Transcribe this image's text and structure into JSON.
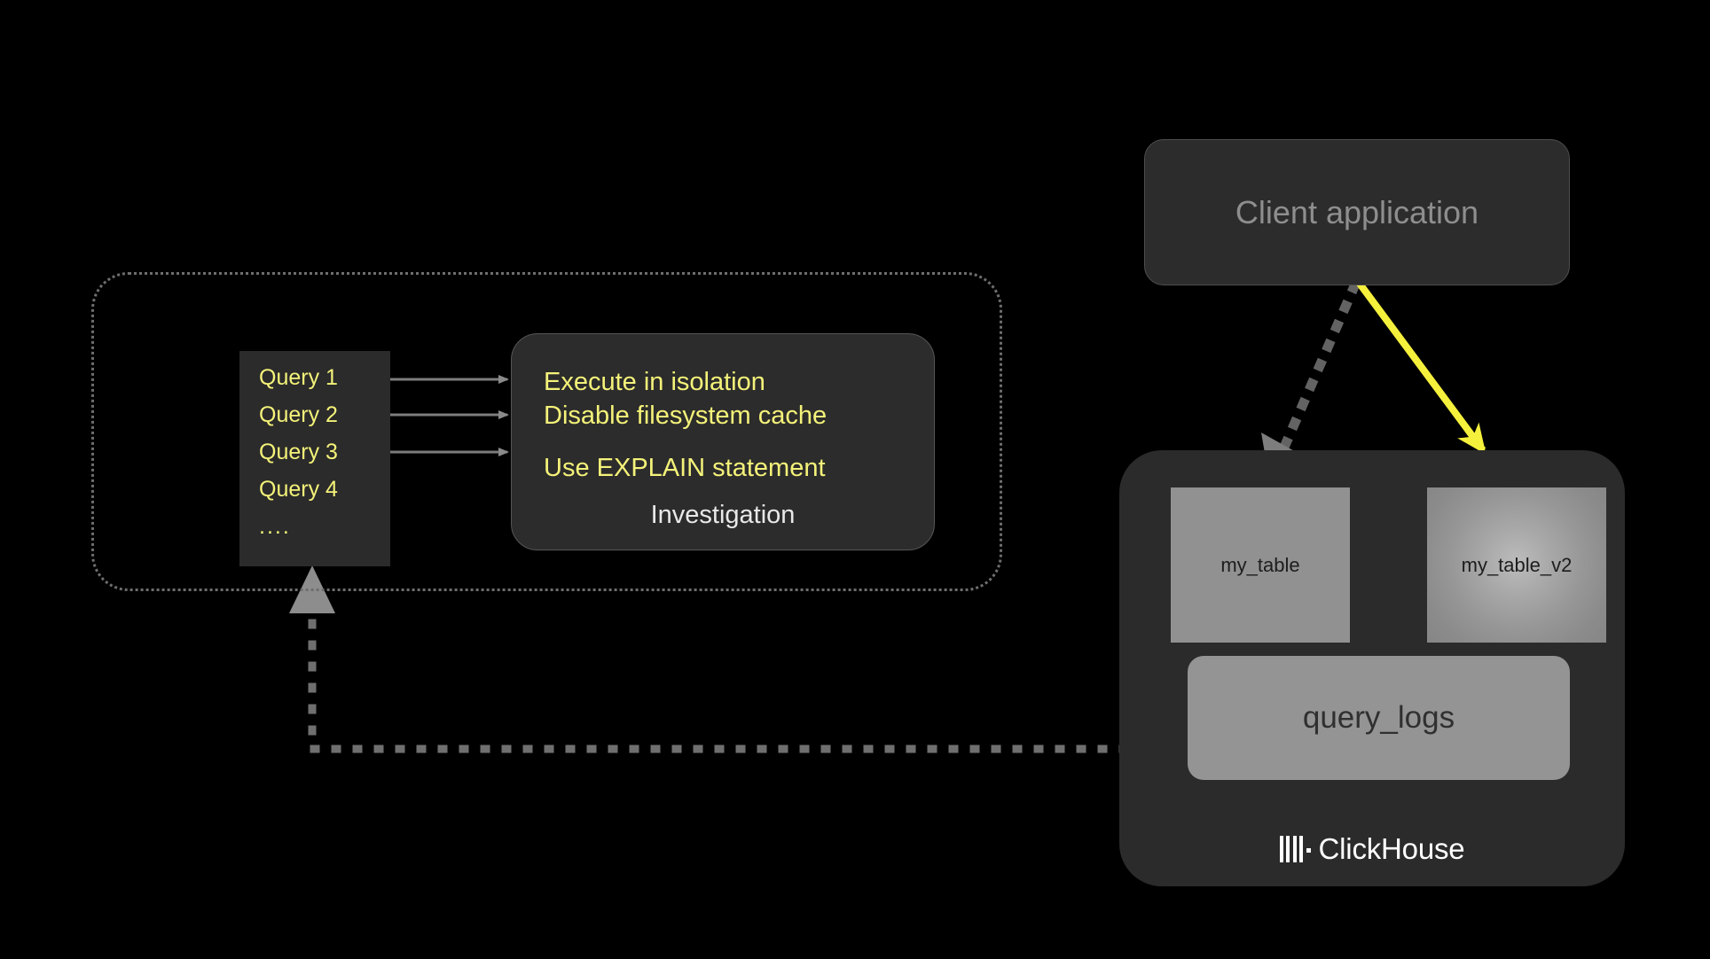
{
  "diagram": {
    "background_color": "#000000",
    "accent_yellow": "#f4f279",
    "panel_color": "#2b2b2b",
    "table_color": "#919191"
  },
  "investigation_group": {
    "query_box": {
      "items": [
        "Query 1",
        "Query 2",
        "Query 3",
        "Query 4",
        "...."
      ]
    },
    "investigation_panel": {
      "lines": [
        "Execute in isolation",
        "Disable filesystem cache",
        "Use EXPLAIN statement"
      ],
      "label": "Investigation"
    }
  },
  "client": {
    "label": "Client application"
  },
  "clickhouse": {
    "tables": [
      {
        "name": "my_table"
      },
      {
        "name": "my_table_v2"
      }
    ],
    "logs_table": {
      "name": "query_logs"
    },
    "brand": {
      "wordmark": "ClickHouse",
      "logo_icon": "clickhouse-bars-icon"
    }
  }
}
